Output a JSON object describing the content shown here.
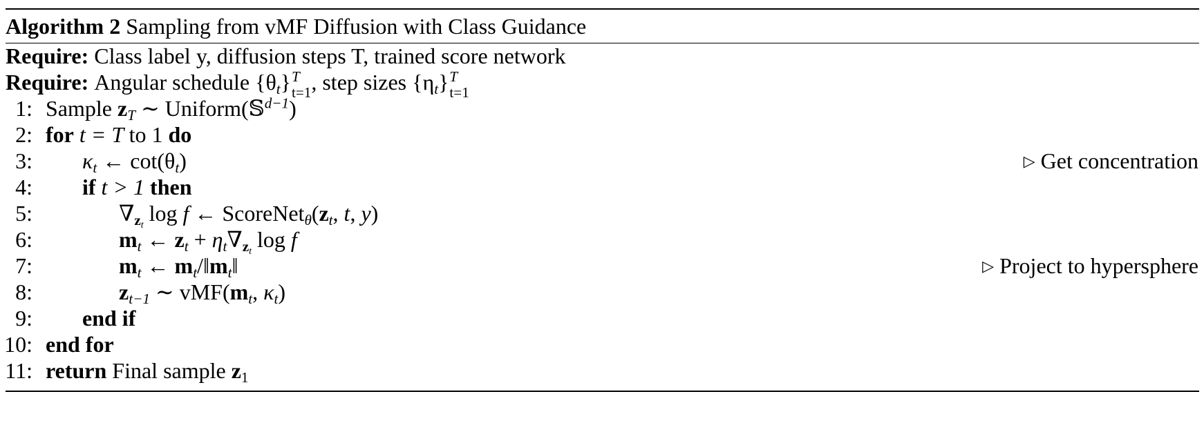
{
  "algorithm": {
    "label": "Algorithm 2",
    "title": "Sampling from vMF Diffusion with Class Guidance",
    "require_keyword": "Require:",
    "require_1": "Class label y, diffusion steps T, trained score network",
    "require_2": {
      "text_a": "Angular schedule ",
      "set_theta": "{θ",
      "sub_t": "t",
      "close_brace": "}",
      "sup_T": "T",
      "sub_t1": "t=1",
      "text_b": ", step sizes ",
      "set_eta": "{η"
    },
    "lines": [
      {
        "num": "1:",
        "text_a": "Sample ",
        "z": "z",
        "sub": "T",
        "text_b": " ∼ Uniform(𝕊",
        "sup": "d−1",
        "text_c": ")"
      },
      {
        "num": "2:",
        "kw_for": "for",
        "expr": " t = T ",
        "text_to": "to 1 ",
        "kw_do": "do"
      },
      {
        "num": "3:",
        "kappa": "κ",
        "sub": "t",
        "arrow": " ← cot(θ",
        "sub2": "t",
        "close": ")",
        "comment": "Get concentration"
      },
      {
        "num": "4:",
        "kw_if": "if",
        "expr": " t > 1 ",
        "kw_then": "then"
      },
      {
        "num": "5:",
        "nabla": "∇",
        "sub_z": "z",
        "sub_t": "t",
        "text_a": " log ",
        "f": "f",
        "text_b": " ← ScoreNet",
        "sub_theta": "θ",
        "text_c": "(",
        "z": "z",
        "sub_t2": "t",
        "text_d": ", ",
        "t": "t",
        "text_e": ", ",
        "y": "y",
        "text_f": ")"
      },
      {
        "num": "6:",
        "m": "m",
        "sub_t": "t",
        "text_a": " ← ",
        "z": "z",
        "sub_t2": "t",
        "text_b": " + ",
        "eta": "η",
        "sub_t3": "t",
        "nabla": "∇",
        "sub_z": "z",
        "sub_t4": "t",
        "text_c": " log ",
        "f": "f"
      },
      {
        "num": "7:",
        "m": "m",
        "sub_t": "t",
        "text_a": " ← ",
        "m2": "m",
        "sub_t2": "t",
        "text_b": "/‖",
        "m3": "m",
        "sub_t3": "t",
        "text_c": "‖",
        "comment": "Project to hypersphere"
      },
      {
        "num": "8:",
        "z": "z",
        "sub": "t−1",
        "text_a": " ∼ vMF(",
        "m": "m",
        "sub_t": "t",
        "text_b": ", ",
        "kappa": "κ",
        "sub_t2": "t",
        "text_c": ")"
      },
      {
        "num": "9:",
        "kw": "end if"
      },
      {
        "num": "10:",
        "kw": "end for"
      },
      {
        "num": "11:",
        "kw": "return",
        "text": " Final sample ",
        "z": "z",
        "sub": "1"
      }
    ],
    "comment_marker": "▷"
  }
}
